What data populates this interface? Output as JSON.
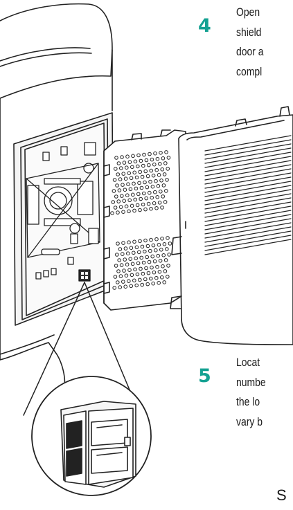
{
  "accent_color": "#14a192",
  "steps": [
    {
      "number": "4",
      "lines": [
        "Open",
        "shield",
        "door a",
        "compl"
      ]
    },
    {
      "number": "5",
      "lines": [
        "Locat",
        "numbe",
        "the lo",
        "vary b"
      ]
    }
  ],
  "trailing_text": "S",
  "illustration": {
    "subject": "projector-side-panel-removal",
    "icon": "usb-connector-magnified-icon"
  }
}
